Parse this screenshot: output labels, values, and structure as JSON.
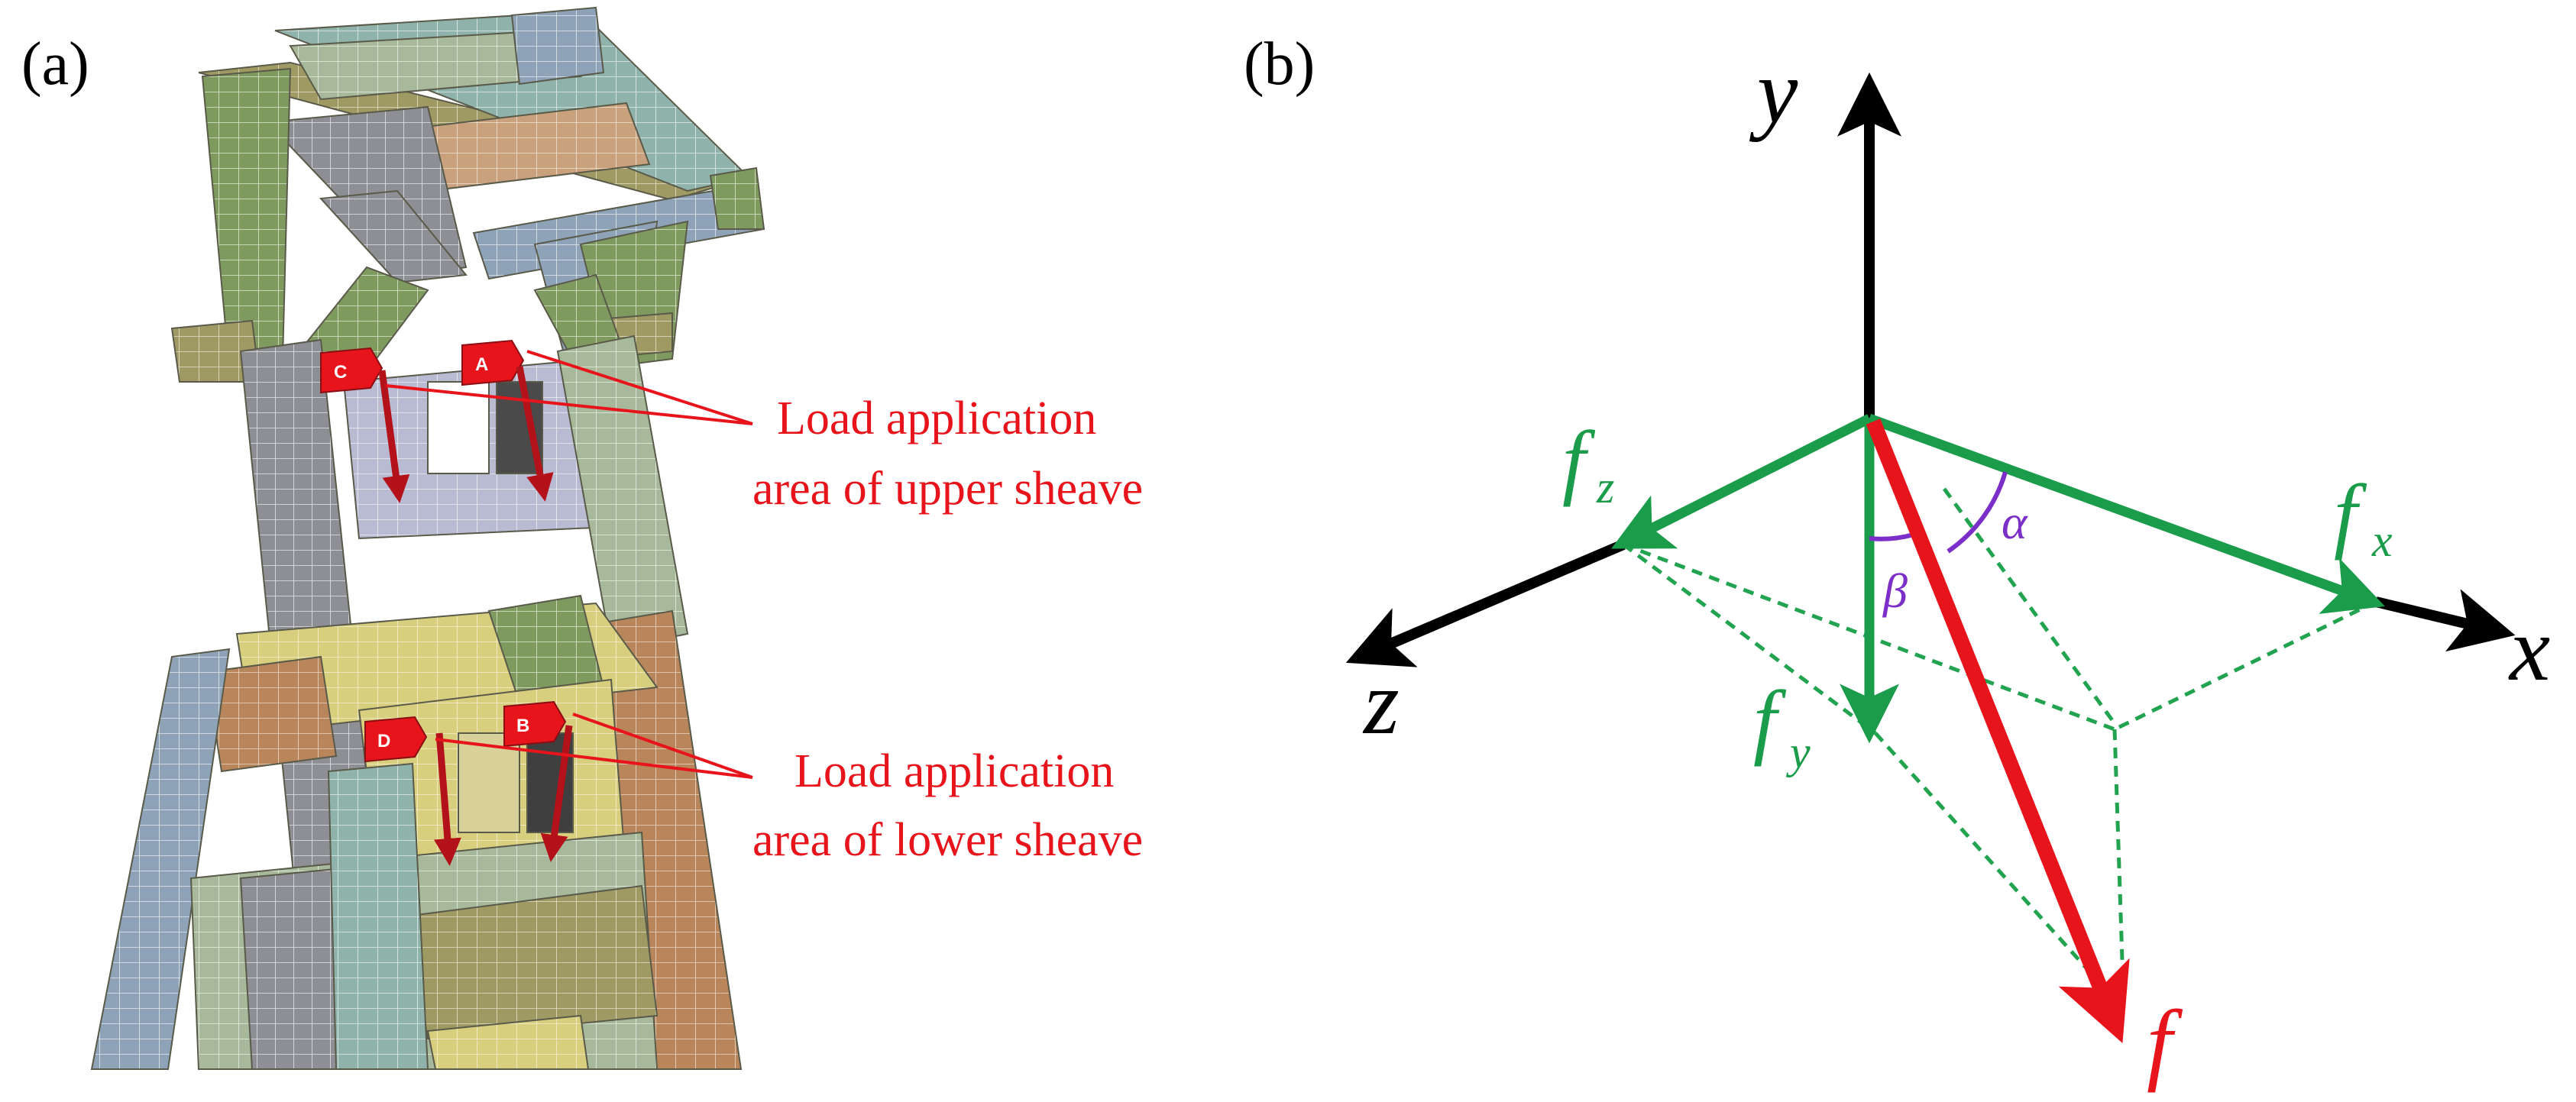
{
  "panel_a": {
    "label": "(a)",
    "load_tags": [
      "A",
      "B",
      "C",
      "D"
    ],
    "callouts": [
      {
        "line1": "Load application",
        "line2": "area of upper sheave"
      },
      {
        "line1": "Load application",
        "line2": "area of lower sheave"
      }
    ]
  },
  "panel_b": {
    "label": "(b)",
    "axes": {
      "y": "y",
      "x": "x",
      "z": "z"
    },
    "forces": {
      "fz": {
        "main": "f",
        "sub": "z"
      },
      "fx": {
        "main": "f",
        "sub": "x"
      },
      "fy": {
        "main": "f",
        "sub": "y"
      },
      "f": "f"
    },
    "angles": {
      "alpha": "α",
      "beta": "β"
    }
  },
  "colors": {
    "callout_red": "#e8141b",
    "force_green": "#1a9c4a",
    "angle_purple": "#7b2fc8",
    "axis_black": "#000000",
    "dashed_green": "#22a34f"
  }
}
